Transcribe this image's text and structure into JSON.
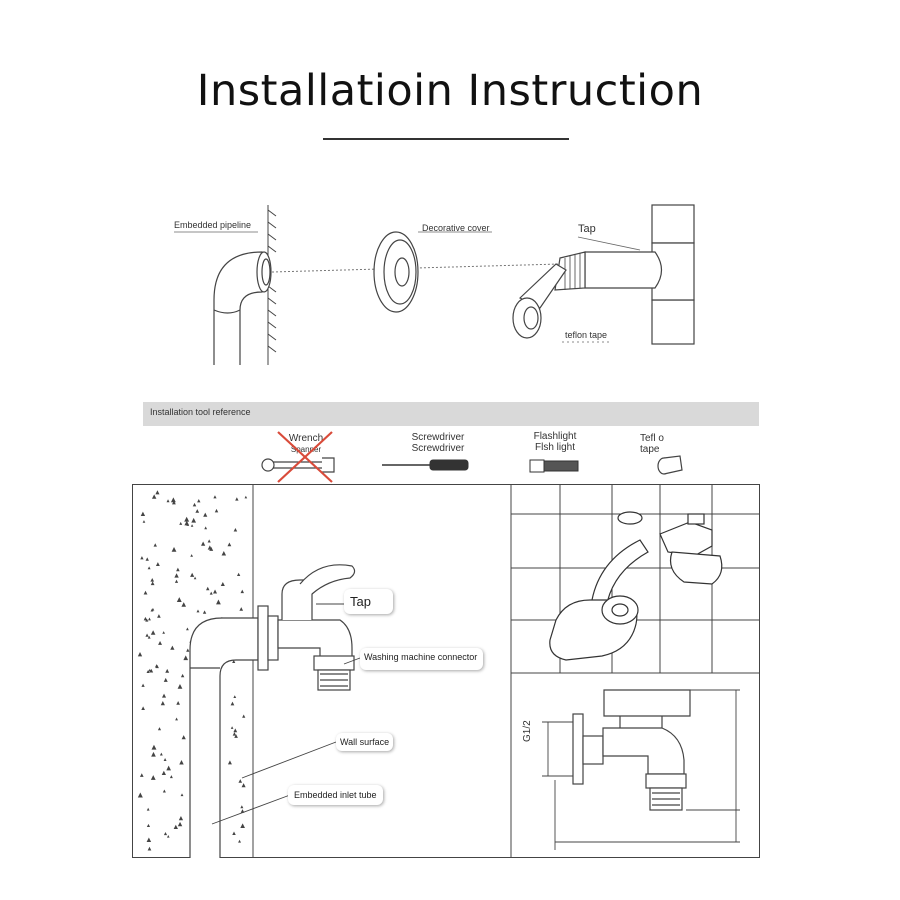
{
  "title": "Installatioin  Instruction",
  "top_diagram": {
    "embedded_pipeline": "Embedded pipeline",
    "decorative_cover": "Decorative cover",
    "tap": "Tap",
    "teflon_tape": "teflon tape"
  },
  "tool_reference": {
    "header": "Installation tool reference",
    "tools": [
      {
        "line1": "Wrench",
        "line2": "Spanner",
        "prohibited": true,
        "icon": "wrench-icon"
      },
      {
        "line1": "Screwdriver",
        "line2": "Screwdriver",
        "prohibited": false,
        "icon": "screwdriver-icon"
      },
      {
        "line1": "Flashlight",
        "line2": "Flsh light",
        "prohibited": false,
        "icon": "flashlight-icon"
      },
      {
        "line1": "Tefl o",
        "line2": "tape",
        "prohibited": false,
        "icon": "tape-icon"
      }
    ]
  },
  "bottom_diagram": {
    "tap": "Tap",
    "washing_machine_connector": "Washing machine connector",
    "wall_surface": "Wall surface",
    "embedded_inlet_tube": "Embedded inlet tube",
    "thread_size": "G1/2"
  },
  "colors": {
    "line": "#444444",
    "prohibit": "#d94b3a",
    "bar": "#d9d9d9"
  }
}
